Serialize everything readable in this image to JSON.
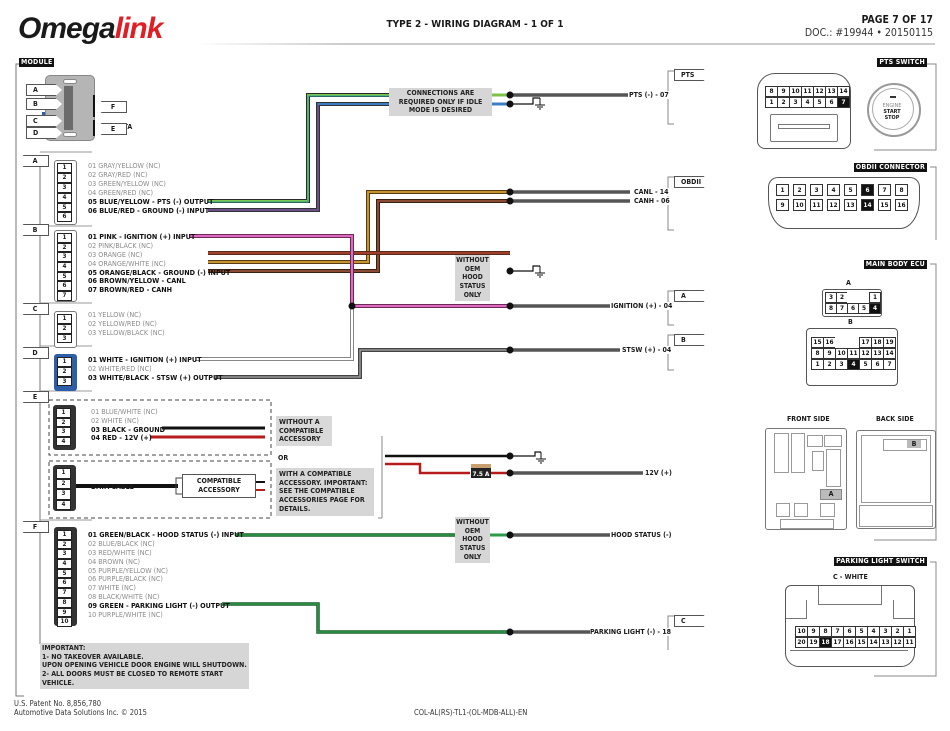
{
  "header": {
    "logo_part1": "Omega",
    "logo_part2": "link",
    "title": "TYPE 2 - WIRING DIAGRAM - 1 OF 1",
    "page": "PAGE 7 OF 17",
    "doc": "DOC.: #19944 • 20150115"
  },
  "module": {
    "label": "MODULE",
    "ports_left": [
      "A",
      "B",
      "C",
      "D"
    ],
    "ports_right": [
      "F",
      "E"
    ],
    "data_label": "DATA"
  },
  "connectors": {
    "A": {
      "tag": "A",
      "pins": [
        {
          "n": "1",
          "text": "01 GRAY/YELLOW (NC)",
          "active": false
        },
        {
          "n": "2",
          "text": "02 GRAY/RED (NC)",
          "active": false
        },
        {
          "n": "3",
          "text": "03 GREEN/YELLOW (NC)",
          "active": false
        },
        {
          "n": "4",
          "text": "04 GREEN/RED (NC)",
          "active": false
        },
        {
          "n": "5",
          "text": "05 BLUE/YELLOW - PTS (-) OUTPUT",
          "active": true
        },
        {
          "n": "6",
          "text": "06 BLUE/RED  - GROUND (-) INPUT",
          "active": true
        }
      ]
    },
    "B": {
      "tag": "B",
      "pins": [
        {
          "n": "1",
          "text": "01 PINK - IGNITION (+) INPUT",
          "active": true
        },
        {
          "n": "2",
          "text": "02 PINK/BLACK (NC)",
          "active": false
        },
        {
          "n": "3",
          "text": "03 ORANGE (NC)",
          "active": false
        },
        {
          "n": "4",
          "text": "04 ORANGE/WHITE (NC)",
          "active": false
        },
        {
          "n": "5",
          "text": "05 ORANGE/BLACK - GROUND (-) INPUT",
          "active": true
        },
        {
          "n": "6",
          "text": "06 BROWN/YELLOW - CANL",
          "active": true
        },
        {
          "n": "7",
          "text": "07 BROWN/RED - CANH",
          "active": true
        }
      ]
    },
    "C": {
      "tag": "C",
      "pins": [
        {
          "n": "1",
          "text": "01 YELLOW (NC)",
          "active": false
        },
        {
          "n": "2",
          "text": "02 YELLOW/RED (NC)",
          "active": false
        },
        {
          "n": "3",
          "text": "03 YELLOW/BLACK (NC)",
          "active": false
        }
      ]
    },
    "D": {
      "tag": "D",
      "pins": [
        {
          "n": "1",
          "text": "01 WHITE - IGNITION (+) INPUT",
          "active": true
        },
        {
          "n": "2",
          "text": "02 WHITE/RED (NC)",
          "active": false
        },
        {
          "n": "3",
          "text": "03 WHITE/BLACK - STSW (+) OUTPUT",
          "active": true
        }
      ]
    },
    "E": {
      "tag": "E",
      "pins": [
        {
          "n": "1",
          "text": "01  BLUE/WHITE (NC)",
          "active": false
        },
        {
          "n": "2",
          "text": "02  WHITE (NC)",
          "active": false
        },
        {
          "n": "3",
          "text": "03  BLACK - GROUND",
          "active": true
        },
        {
          "n": "4",
          "text": "04  RED - 12V (+)",
          "active": true
        }
      ],
      "alt_pins": [
        "1",
        "2",
        "3",
        "4"
      ],
      "data_cable": "DATA CABLE",
      "accessory": "COMPATIBLE ACCESSORY",
      "note_without": "WITHOUT A COMPATIBLE ACCESSORY",
      "or": "OR",
      "note_with": "WITH A COMPATIBLE ACCESSORY. IMPORTANT: SEE THE COMPATIBLE ACCESSORIES PAGE FOR DETAILS."
    },
    "F": {
      "tag": "F",
      "pins": [
        {
          "n": "1",
          "text": "01 GREEN/BLACK - HOOD STATUS (-) INPUT",
          "active": true
        },
        {
          "n": "2",
          "text": "02 BLUE/BLACK (NC)",
          "active": false
        },
        {
          "n": "3",
          "text": "03 RED/WHITE (NC)",
          "active": false
        },
        {
          "n": "4",
          "text": "04 BROWN (NC)",
          "active": false
        },
        {
          "n": "5",
          "text": "05 PURPLE/YELLOW (NC)",
          "active": false
        },
        {
          "n": "6",
          "text": "06 PURPLE/BLACK (NC)",
          "active": false
        },
        {
          "n": "7",
          "text": "07 WHITE (NC)",
          "active": false
        },
        {
          "n": "8",
          "text": "08 BLACK/WHITE (NC)",
          "active": false
        },
        {
          "n": "9",
          "text": "09 GREEN - PARKING LIGHT (-) OUTPUT",
          "active": true
        },
        {
          "n": "10",
          "text": "10 PURPLE/WHITE (NC)",
          "active": false
        }
      ]
    }
  },
  "notes": {
    "idle": "CONNECTIONS ARE REQUIRED ONLY IF IDLE MODE IS DESIRED",
    "hood1": "WITHOUT OEM HOOD STATUS ONLY",
    "hood2": "WITHOUT OEM HOOD STATUS ONLY",
    "fuse": "7.5 A",
    "important_lines": [
      "IMPORTANT:",
      "1- NO TAKEOVER AVAILABLE.",
      "UPON OPENING VEHICLE DOOR ENGINE WILL SHUTDOWN.",
      "2- ALL DOORS MUST BE CLOSED TO REMOTE START VEHICLE."
    ]
  },
  "vehicle_wires": {
    "pts": "PTS (-) - 07",
    "canl": "CANL - 14",
    "canh": "CANH - 06",
    "ignition": "IGNITION (+) - 04",
    "stsw": "STSW (+) - 04",
    "v12": "12V (+)",
    "hood": "HOOD STATUS (-)",
    "parking": "PARKING LIGHT (-) - 18"
  },
  "vehicle_tags": {
    "pts": "PTS",
    "obdii": "OBDII",
    "a": "A",
    "b": "B",
    "c": "C"
  },
  "vehicle_connectors": {
    "pts_switch": {
      "label": "PTS SWITCH",
      "row_top": [
        "8",
        "9",
        "10",
        "11",
        "12",
        "13",
        "14"
      ],
      "row_bottom": [
        "1",
        "2",
        "3",
        "4",
        "5",
        "6",
        "7"
      ],
      "highlight": "7",
      "button_lines": [
        "ENGINE",
        "START",
        "STOP"
      ]
    },
    "obdii": {
      "label": "OBDII CONNECTOR",
      "row_top": [
        "1",
        "2",
        "3",
        "4",
        "5",
        "6",
        "7",
        "8"
      ],
      "row_bottom": [
        "9",
        "10",
        "11",
        "12",
        "13",
        "14",
        "15",
        "16"
      ],
      "highlight": [
        "6",
        "14"
      ]
    },
    "body_ecu": {
      "label": "MAIN BODY ECU",
      "a_title": "A",
      "a_row_top": [
        "3",
        "2",
        "",
        "",
        "1"
      ],
      "a_row_bottom": [
        "8",
        "7",
        "6",
        "5",
        "4"
      ],
      "a_highlight": "4",
      "b_title": "B",
      "b_row1": [
        "15",
        "16",
        "",
        "",
        "17",
        "18",
        "19"
      ],
      "b_row2": [
        "8",
        "9",
        "10",
        "11",
        "12",
        "13",
        "14"
      ],
      "b_row3": [
        "1",
        "2",
        "3",
        "4",
        "5",
        "6",
        "7"
      ],
      "b_highlight": "4",
      "front": "FRONT SIDE",
      "back": "BACK SIDE",
      "front_marker": "A",
      "back_marker": "B"
    },
    "parking": {
      "label": "PARKING LIGHT SWITCH",
      "title": "C - WHITE",
      "row_top": [
        "10",
        "9",
        "8",
        "7",
        "6",
        "5",
        "4",
        "3",
        "2",
        "1"
      ],
      "row_bottom": [
        "20",
        "19",
        "18",
        "17",
        "16",
        "15",
        "14",
        "13",
        "12",
        "11"
      ],
      "highlight": "18"
    }
  },
  "footer": {
    "patent": "U.S. Patent No. 8,856,780",
    "copyright": "Automotive Data Solutions Inc. © 2015",
    "code": "COL-AL(RS)-TL1-(OL-MDB-ALL)-EN"
  },
  "colors": {
    "accent_red": "#e01e26",
    "wire_gray": "#555555",
    "highlight": "#111111"
  }
}
